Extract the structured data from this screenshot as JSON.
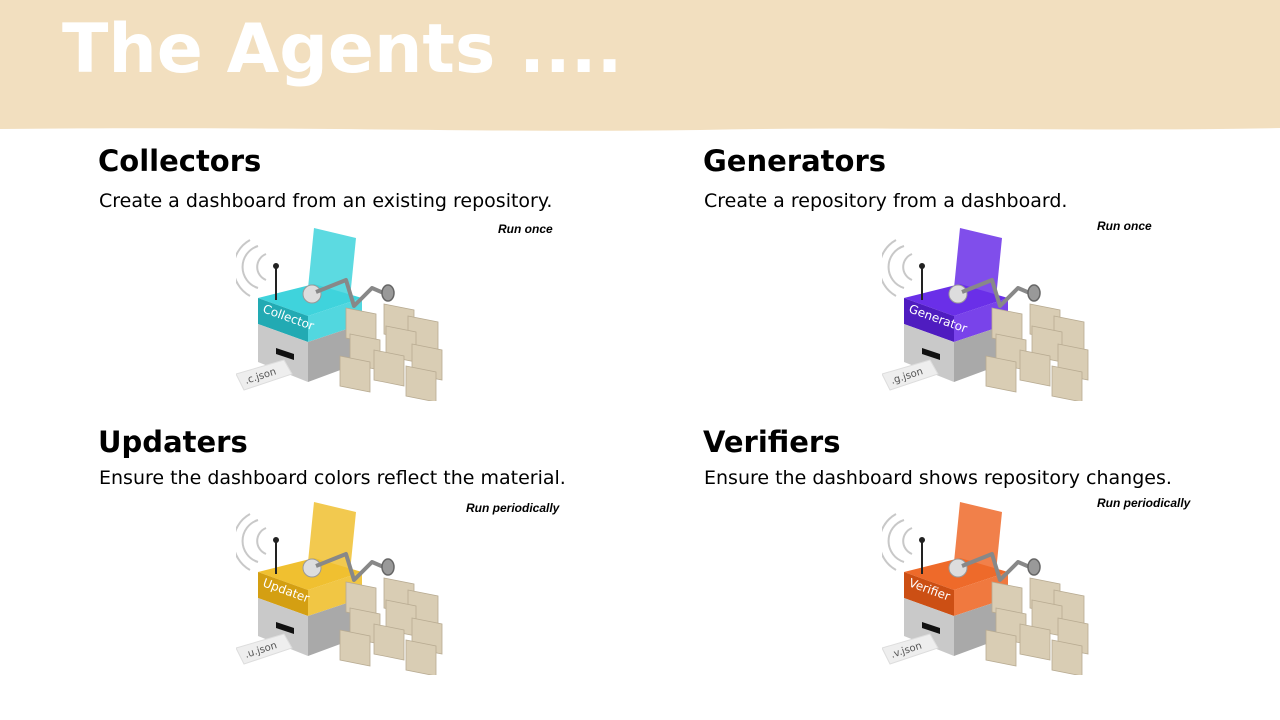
{
  "slide": {
    "title": "The Agents ....",
    "banner_color": "#f2dfbf"
  },
  "agents": [
    {
      "heading": "Collectors",
      "description": "Create a dashboard from an existing repository.",
      "run": "Run once",
      "box_label": "Collector",
      "file_label": ".c.json",
      "color": "#3fd3dc",
      "color_dark": "#22aab3"
    },
    {
      "heading": "Generators",
      "description": "Create a repository from a dashboard.",
      "run": "Run once",
      "box_label": "Generator",
      "file_label": ".g.json",
      "color": "#6a2fe8",
      "color_dark": "#4f1cc0"
    },
    {
      "heading": "Updaters",
      "description": "Ensure the dashboard colors reflect the material.",
      "run": "Run periodically",
      "box_label": "Updater",
      "file_label": ".u.json",
      "color": "#f0c030",
      "color_dark": "#d49f12"
    },
    {
      "heading": "Verifiers",
      "description": "Ensure the dashboard shows repository changes.",
      "run": "Run periodically",
      "box_label": "Verifier",
      "file_label": ".v.json",
      "color": "#ee6a2a",
      "color_dark": "#cc4f14"
    }
  ]
}
